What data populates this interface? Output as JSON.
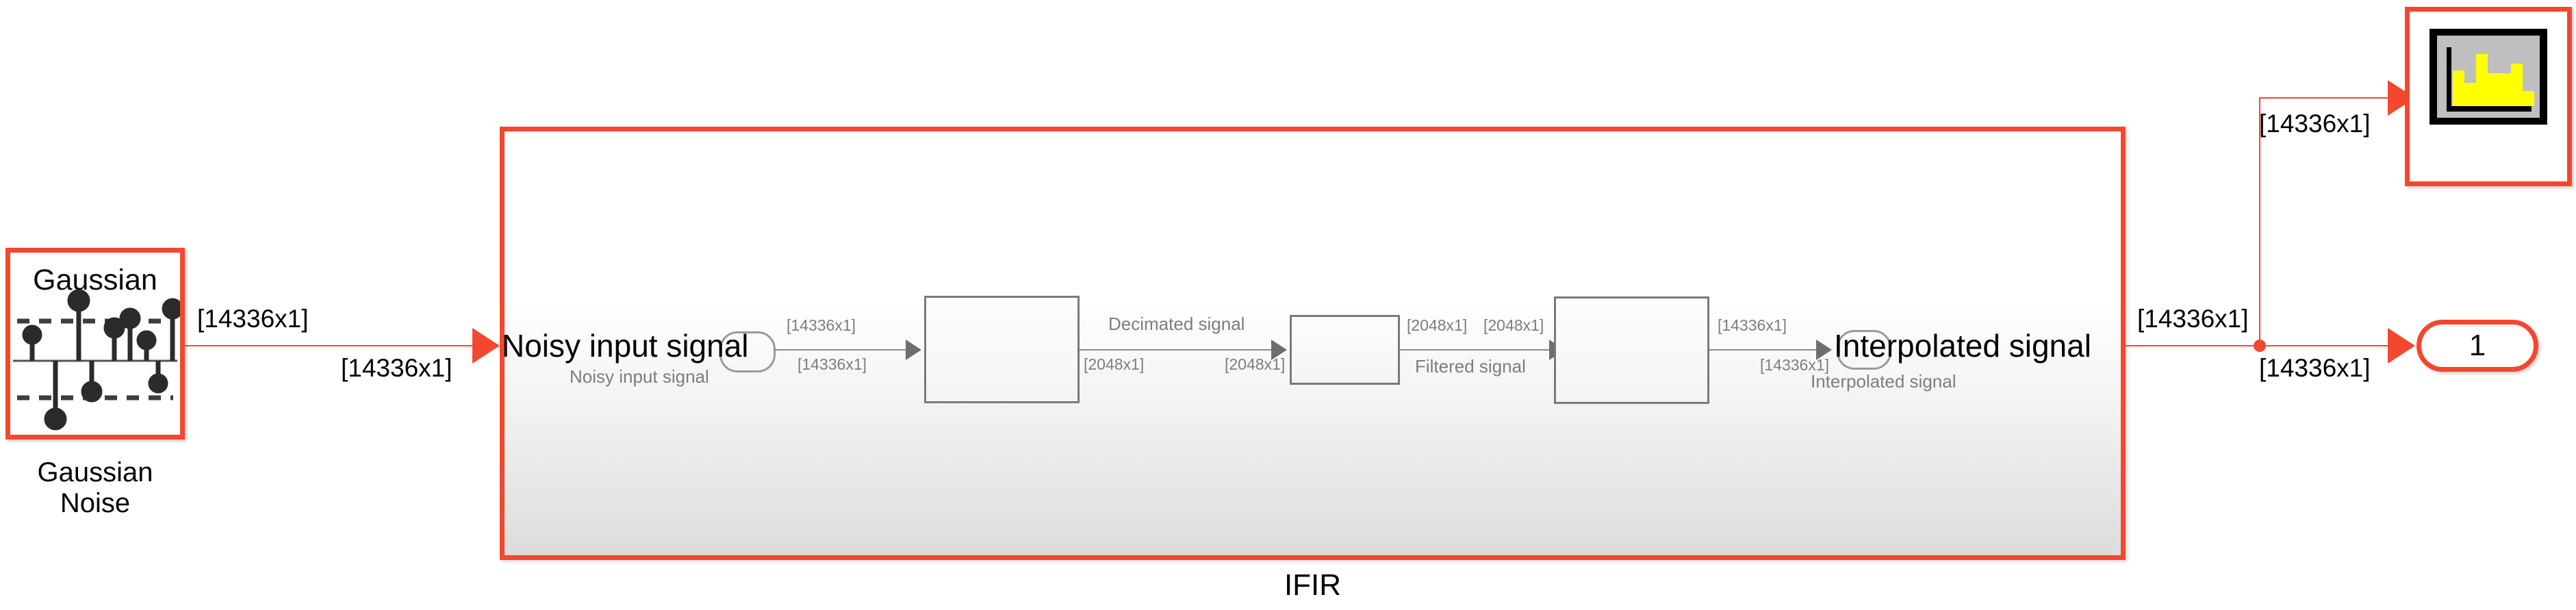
{
  "diagram": {
    "title": "IFIR",
    "canvas_background": "#ffffff",
    "highlight_color": "#f4472f",
    "wire_color_highlight": "#f4472f",
    "wire_color_normal": "#8a8a8a"
  },
  "source_block": {
    "icon_text": "Gaussian",
    "icon_name": "stem-plot-icon",
    "label_line1": "Gaussian",
    "label_line2": "Noise"
  },
  "subsystem": {
    "name": "IFIR",
    "inport": {
      "port_shape": "rounded-inport",
      "display_text": "Noisy input signal",
      "signal_name": "Noisy input signal"
    },
    "outport": {
      "port_shape": "rounded-outport",
      "display_text": "Interpolated signal",
      "signal_name": "Interpolated signal"
    },
    "inner_blocks": [
      {
        "name": "decimator-block",
        "label": ""
      },
      {
        "name": "filter-block",
        "label": ""
      },
      {
        "name": "interpolator-block",
        "label": ""
      }
    ],
    "inner_signals": [
      {
        "name": "decimated-signal",
        "label": "Decimated signal"
      },
      {
        "name": "filtered-signal",
        "label": "Filtered signal"
      }
    ]
  },
  "sink_scope": {
    "name": "spectrum-analyzer",
    "icon_name": "spectrum-analyzer-icon",
    "bar_heights": [
      52,
      34,
      76,
      48,
      48,
      62,
      22
    ],
    "bar_color": "#ffff00",
    "screen_color": "#bfbfbf",
    "frame_color": "#000000"
  },
  "output_port": {
    "label": "1",
    "name": "outport-1"
  },
  "dimension_labels": {
    "source_to_subsystem_top": "[14336x1]",
    "source_to_subsystem_bottom": "[14336x1]",
    "inport_to_block1_top": "[14336x1]",
    "inport_to_block1_bottom": "[14336x1]",
    "block1_to_block2_bottom_left": "[2048x1]",
    "block1_to_block2_bottom_right": "[2048x1]",
    "block2_to_block3_top_left": "[2048x1]",
    "block2_to_block3_top_right": "[2048x1]",
    "block3_to_outport_top": "[14336x1]",
    "block3_to_outport_bottom": "[14336x1]",
    "subsystem_to_out_top": "[14336x1]",
    "subsystem_to_out_bottom": "[14336x1]",
    "branch_to_scope": "[14336x1]"
  }
}
